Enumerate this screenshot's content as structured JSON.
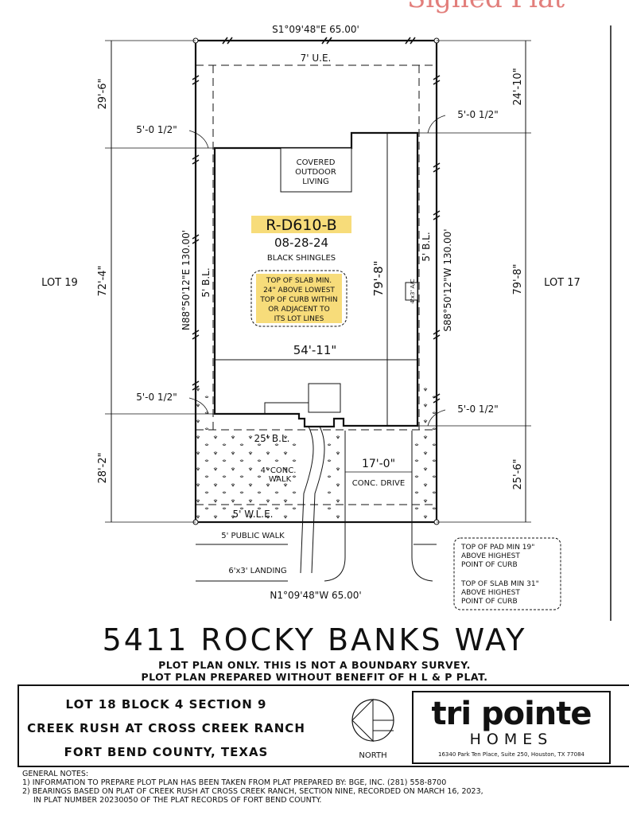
{
  "stamp": "Signed Plat",
  "plot": {
    "bearing_top": "S1°09'48\"E   65.00'",
    "bearing_bottom": "N1°09'48\"W   65.00'",
    "bearing_left": "N88°50'12\"E   130.00'",
    "bearing_right": "S88°50'12\"W   130.00'",
    "ue": "7' U.E.",
    "bl_left": "5' B.L.",
    "bl_right": "5' B.L.",
    "bl_front": "25' B.L.",
    "wle": "5' W.L.E.",
    "public_walk": "5' PUBLIC WALK",
    "landing": "6'x3' LANDING",
    "lot_left": "LOT 19",
    "lot_right": "LOT 17",
    "dims": {
      "left_top": "29'-6\"",
      "left_mid": "72'-4\"",
      "left_bottom": "28'-2\"",
      "right_top": "24'-10\"",
      "right_mid": "79'-8\"",
      "right_bottom": "25'-6\"",
      "house_depth": "79'-8\"",
      "house_width": "54'-11\"",
      "offset_tl": "5'-0 1/2\"",
      "offset_tr": "5'-0 1/2\"",
      "offset_bl": "5'-0 1/2\"",
      "offset_br": "5'-0 1/2\"",
      "drive_width": "17'-0\""
    },
    "covered_outdoor": [
      "COVERED",
      "OUTDOOR",
      "LIVING"
    ],
    "plan_code": "R-D610-B",
    "plan_date": "08-28-24",
    "roof": "BLACK SHINGLES",
    "slab_note": [
      "TOP OF SLAB MIN.",
      "24\" ABOVE LOWEST",
      "TOP OF CURB WITHIN",
      "OR ADJACENT TO",
      "ITS LOT LINES"
    ],
    "ac": "4'x3' A/C",
    "walk": [
      "4' CONC.",
      "WALK"
    ],
    "drive": "CONC. DRIVE",
    "pad_note": [
      "TOP OF PAD MIN 19\"",
      "ABOVE HIGHEST",
      "POINT OF CURB",
      "",
      "TOP OF SLAB MIN 31\"",
      "ABOVE HIGHEST",
      "POINT OF CURB"
    ]
  },
  "address": "5411 ROCKY BANKS WAY",
  "note1": "PLOT PLAN ONLY.  THIS IS NOT A BOUNDARY SURVEY.",
  "note2": "PLOT PLAN PREPARED WITHOUT BENEFIT OF H L & P PLAT.",
  "title_block": {
    "line1": "LOT 18   BLOCK 4   SECTION 9",
    "line2": "CREEK RUSH AT CROSS CREEK RANCH",
    "line3": "FORT BEND COUNTY, TEXAS",
    "north": "NORTH",
    "logo_main": "tri pointe",
    "logo_sub": "HOMES",
    "logo_addr": "16340 Park Ten Place, Suite 250, Houston, TX 77084"
  },
  "general_notes": {
    "heading": "GENERAL NOTES:",
    "n1": "1) INFORMATION TO PREPARE PLOT PLAN HAS BEEN TAKEN FROM PLAT PREPARED BY: BGE, INC. (281) 558-8700",
    "n2": "2) BEARINGS BASED ON PLAT OF CREEK RUSH AT CROSS CREEK RANCH, SECTION NINE, RECORDED ON MARCH 16, 2023,",
    "n2b": "IN PLAT NUMBER 20230050 OF THE PLAT RECORDS OF FORT BEND COUNTY."
  },
  "colors": {
    "highlight": "#f7dc7a",
    "stamp": "#d9534f",
    "ink": "#111111"
  }
}
